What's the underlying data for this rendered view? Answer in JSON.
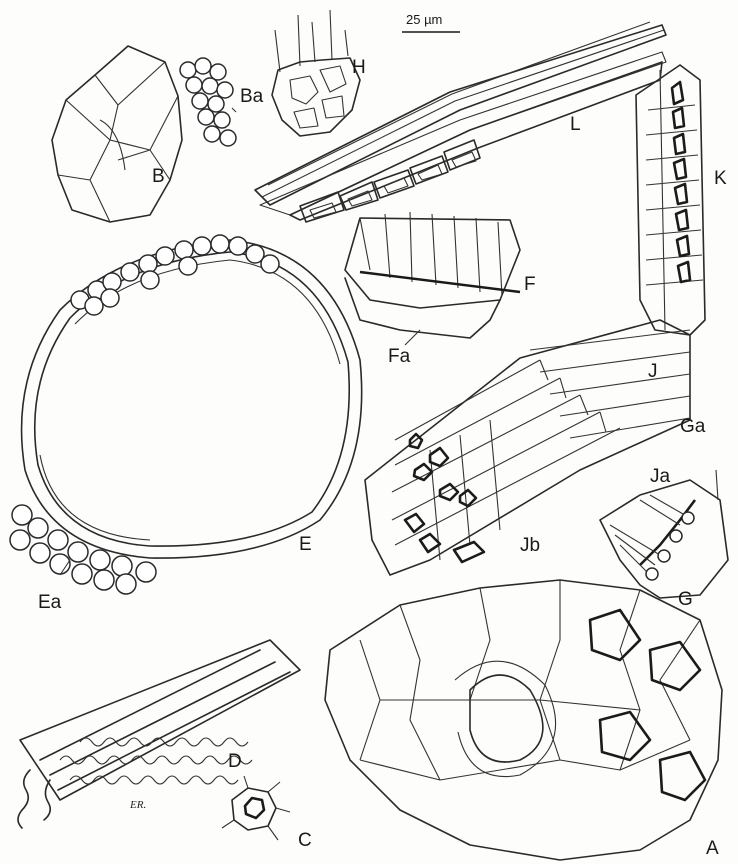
{
  "scale_bar": {
    "label": "25 µm"
  },
  "labels": {
    "A": "A",
    "B": "B",
    "Ba": "Ba",
    "C": "C",
    "D": "D",
    "E": "E",
    "Ea": "Ea",
    "F": "F",
    "Fa": "Fa",
    "G": "G",
    "Ga": "Ga",
    "H": "H",
    "J": "J",
    "Ja": "Ja",
    "Jb": "Jb",
    "K": "K",
    "L": "L"
  },
  "signature": "ER."
}
